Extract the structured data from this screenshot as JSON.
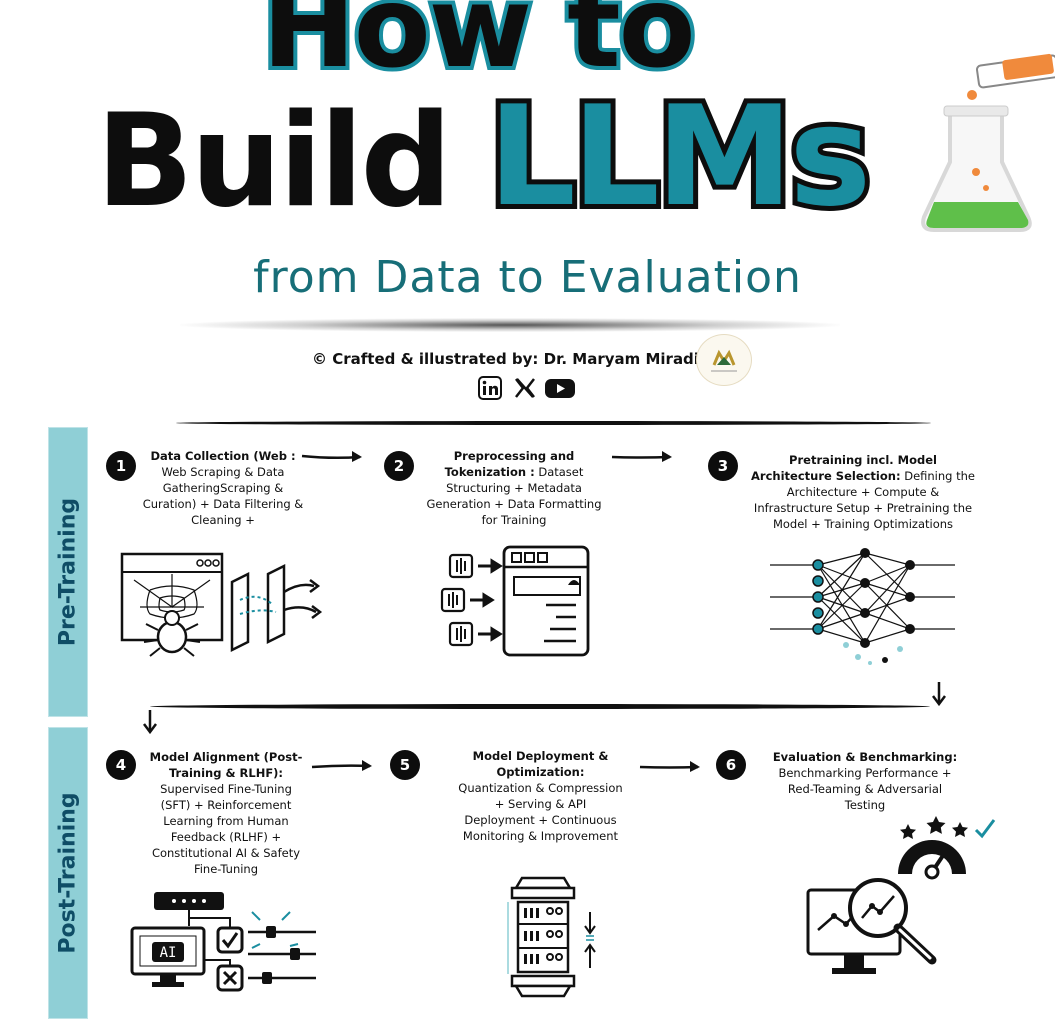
{
  "title": {
    "line1": "How to",
    "build": "Build",
    "llms": "LLMs",
    "subtitle": "from Data to Evaluation"
  },
  "credit": "© Crafted & illustrated by: Dr. Maryam Miradi",
  "social": [
    "linkedin-icon",
    "x-icon",
    "youtube-icon"
  ],
  "colors": {
    "teal": "#1a8ea0",
    "sidebar": "#8fcfd6",
    "dark": "#0d0d0d",
    "orange": "#f08a3c",
    "green": "#5fbf4a"
  },
  "phases": [
    {
      "label": "Pre-Training"
    },
    {
      "label": "Post-Training"
    }
  ],
  "steps": [
    {
      "number": "1",
      "title": "Data Collection (Web :",
      "text": "Web Scraping & Data GatheringScraping & Curation) + Data Filtering & Cleaning +"
    },
    {
      "number": "2",
      "title": "Preprocessing and Tokenization :",
      "text": "Dataset Structuring + Metadata Generation + Data Formatting for Training"
    },
    {
      "number": "3",
      "title": "Pretraining incl. Model Architecture Selection:",
      "text": "Defining the Architecture + Compute & Infrastructure Setup + Pretraining the Model +  Training Optimizations"
    },
    {
      "number": "4",
      "title": "Model Alignment (Post-Training & RLHF):",
      "text": "Supervised Fine-Tuning (SFT) + Reinforcement Learning from Human Feedback (RLHF) + Constitutional AI & Safety Fine-Tuning"
    },
    {
      "number": "5",
      "title": "Model Deployment & Optimization:",
      "text": "Quantization & Compression + Serving & API Deployment + Continuous Monitoring & Improvement"
    },
    {
      "number": "6",
      "title": "Evaluation & Benchmarking:",
      "text": "Benchmarking Performance + Red-Teaming & Adversarial Testing"
    }
  ],
  "icons": {
    "ai_screen_label": "AI"
  }
}
